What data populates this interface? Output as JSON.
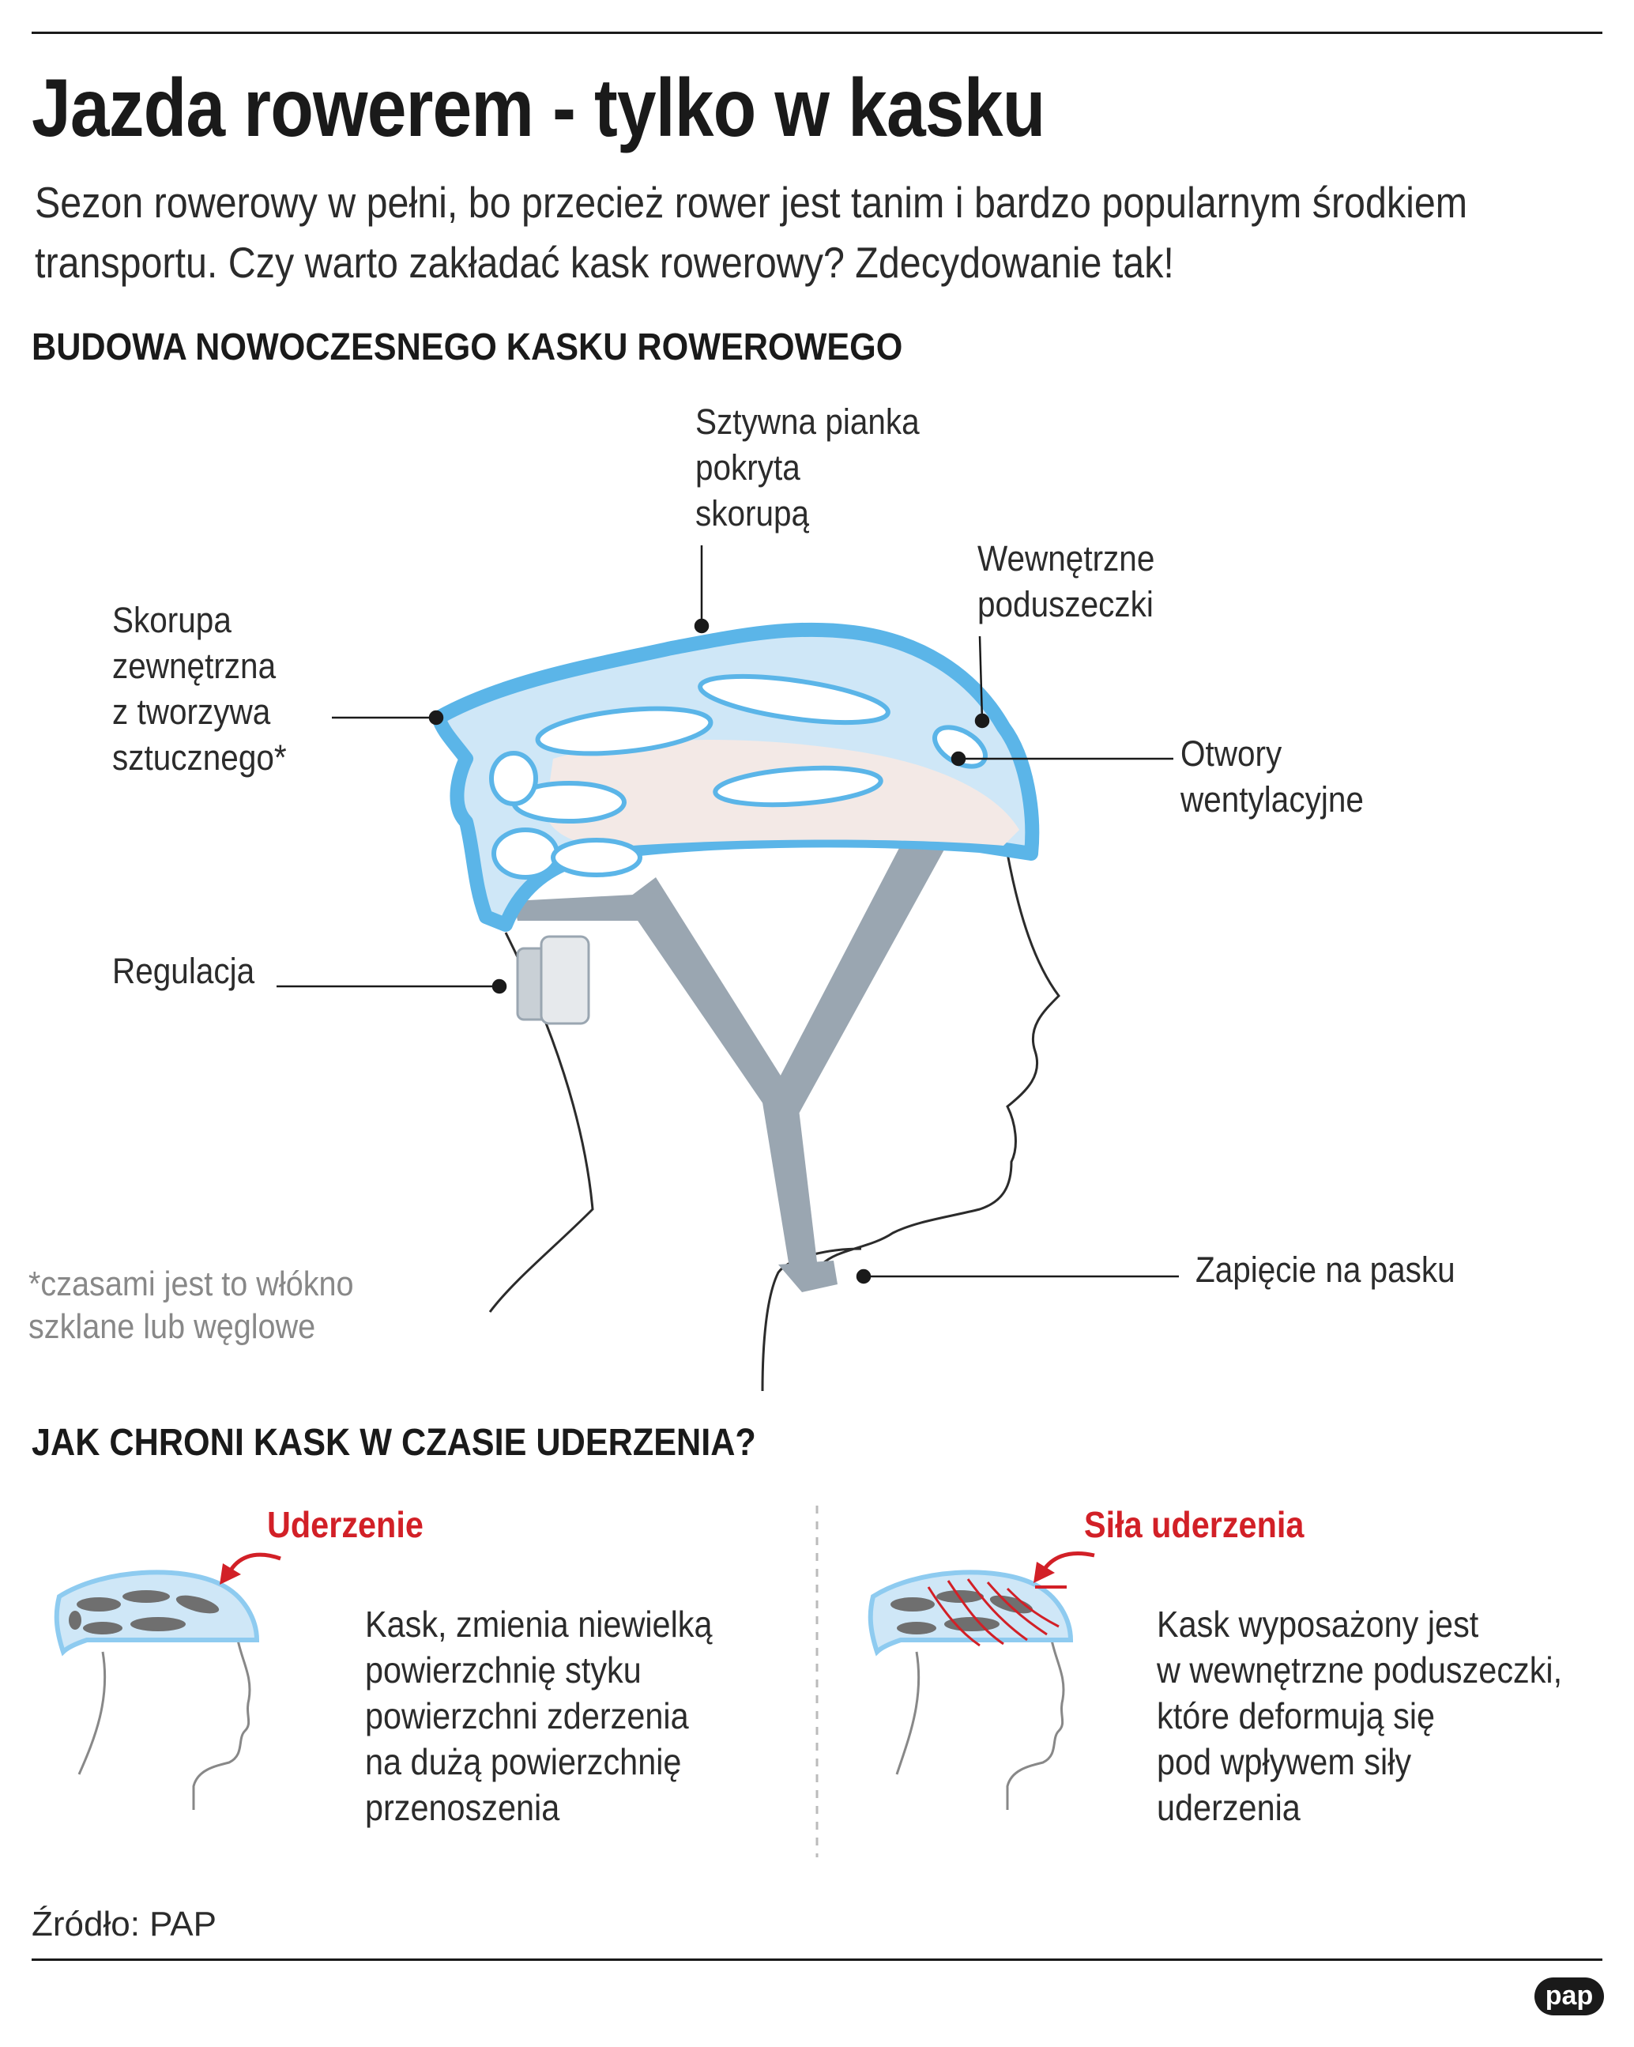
{
  "title": "Jazda rowerem - tylko w kasku",
  "intro": {
    "line1": "Sezon rowerowy w pełni, bo przecież rower jest tanim i bardzo popularnym środkiem",
    "line2": "transportu. Czy warto zakładać kask rowerowy? Zdecydowanie tak!"
  },
  "section1": {
    "heading": "BUDOWA NOWOCZESNEGO KASKU ROWEROWEGO",
    "labels": {
      "foam": [
        "Sztywna pianka",
        "pokryta",
        "skorupą"
      ],
      "pads": [
        "Wewnętrzne",
        "poduszeczki"
      ],
      "shell": [
        "Skorupa",
        "zewnętrzna",
        "z tworzywa",
        "sztucznego*"
      ],
      "vents": [
        "Otwory",
        "wentylacyjne"
      ],
      "adjust": "Regulacja",
      "buckle": "Zapięcie na pasku"
    },
    "footnote": [
      "*czasami jest to włókno",
      "szklane lub węglowe"
    ]
  },
  "section2": {
    "heading": "JAK CHRONI KASK W CZASIE UDERZENIA?",
    "left": {
      "impact_label": "Uderzenie",
      "text": [
        "Kask, zmienia niewielką",
        "powierzchnię styku",
        "powierzchni zderzenia",
        "na dużą powierzchnię",
        "przenoszenia"
      ]
    },
    "right": {
      "impact_label": "Siła uderzenia",
      "text": [
        "Kask wyposażony jest",
        "w wewnętrzne poduszeczki,",
        "które deformują się",
        "pod wpływem siły",
        "uderzenia"
      ]
    }
  },
  "source": "Źródło: PAP",
  "logo": "pap",
  "colors": {
    "shell": "#5bb5e8",
    "foam": "#cfe7f7",
    "pads": "#f3e9e6",
    "strap": "#9aa6b1",
    "impact": "#d22027"
  }
}
